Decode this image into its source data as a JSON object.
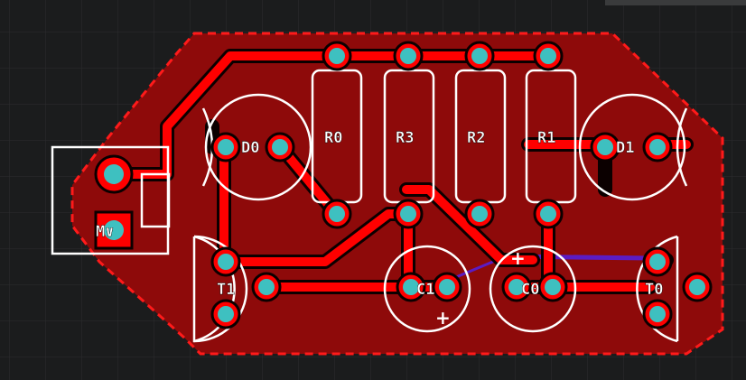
{
  "colors": {
    "background": "#1b1c1d",
    "grid": "#2c2d2e",
    "board_fill": "#8e0a0a",
    "board_outline": "#ff1a1a",
    "copper_trace": "#ff0000",
    "pad": "#3ec0c0",
    "silkscreen": "#ffffff",
    "bottom_trace": "#5b1cc4"
  },
  "components": {
    "d0": "D0",
    "d1": "D1",
    "r0": "R0",
    "r1": "R1",
    "r2": "R2",
    "r3": "R3",
    "t0": "T0",
    "t1": "T1",
    "c0": "C0",
    "c1": "C1",
    "mv": "M∨"
  },
  "polarity": {
    "c0_plus": "+",
    "c1_plus": "+"
  }
}
